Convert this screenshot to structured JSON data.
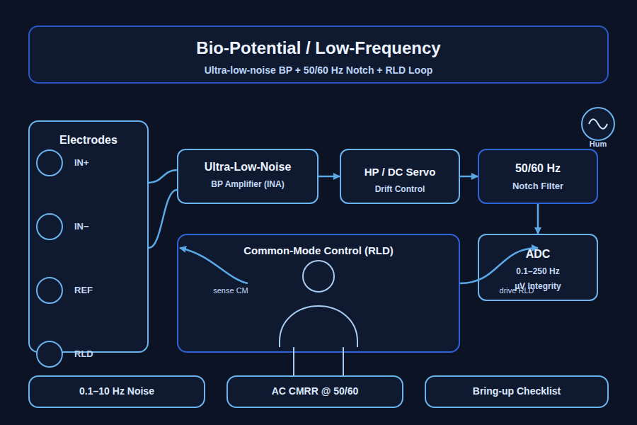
{
  "diagram": {
    "nodes": [
      {
        "text": [
          "Bio-Potential / Low-Frequency",
          "Ultra-low-noise BP + 50/60 Hz Notch + RLD Loop"
        ]
      },
      {
        "text": [
          "Electrodes"
        ]
      },
      {
        "text": [
          "IN+"
        ],
        "in": 1
      },
      {
        "text": [
          "IN−"
        ],
        "in": 1
      },
      {
        "text": [
          "REF"
        ],
        "in": 1
      },
      {
        "text": [
          "RLD"
        ],
        "in": 1
      },
      {
        "text": [
          "Ultra-Low-Noise",
          "BP Amplifier (INA)"
        ]
      },
      {
        "text": [
          "HP / DC Servo",
          "Drift Control"
        ]
      },
      {
        "text": [
          "50/60 Hz",
          "Notch Filter"
        ]
      },
      {
        "text": [
          "Hum"
        ]
      },
      {
        "text": [
          "Common-Mode Control (RLD)"
        ]
      },
      {
        "text": [
          "ADC",
          "0.1–250 Hz",
          "µV Integrity"
        ]
      },
      {
        "text": [
          "0.1–10 Hz Noise"
        ]
      },
      {
        "text": [
          "AC CMRR @ 50/60"
        ]
      },
      {
        "text": [
          "Bring-up Checklist"
        ]
      }
    ],
    "edges": [
      {
        "from": 2,
        "to": 6,
        "arrow": "none"
      },
      {
        "from": 3,
        "to": 6,
        "arrow": "none"
      },
      {
        "from": 6,
        "to": 7,
        "arrow": "to"
      },
      {
        "from": 7,
        "to": 8,
        "arrow": "to"
      },
      {
        "from": 8,
        "to": 11,
        "arrow": "to"
      },
      {
        "from": 10,
        "to": 11,
        "label": "drive RLD",
        "arrow": "to"
      }
    ],
    "labels": [
      "sense CM"
    ]
  }
}
